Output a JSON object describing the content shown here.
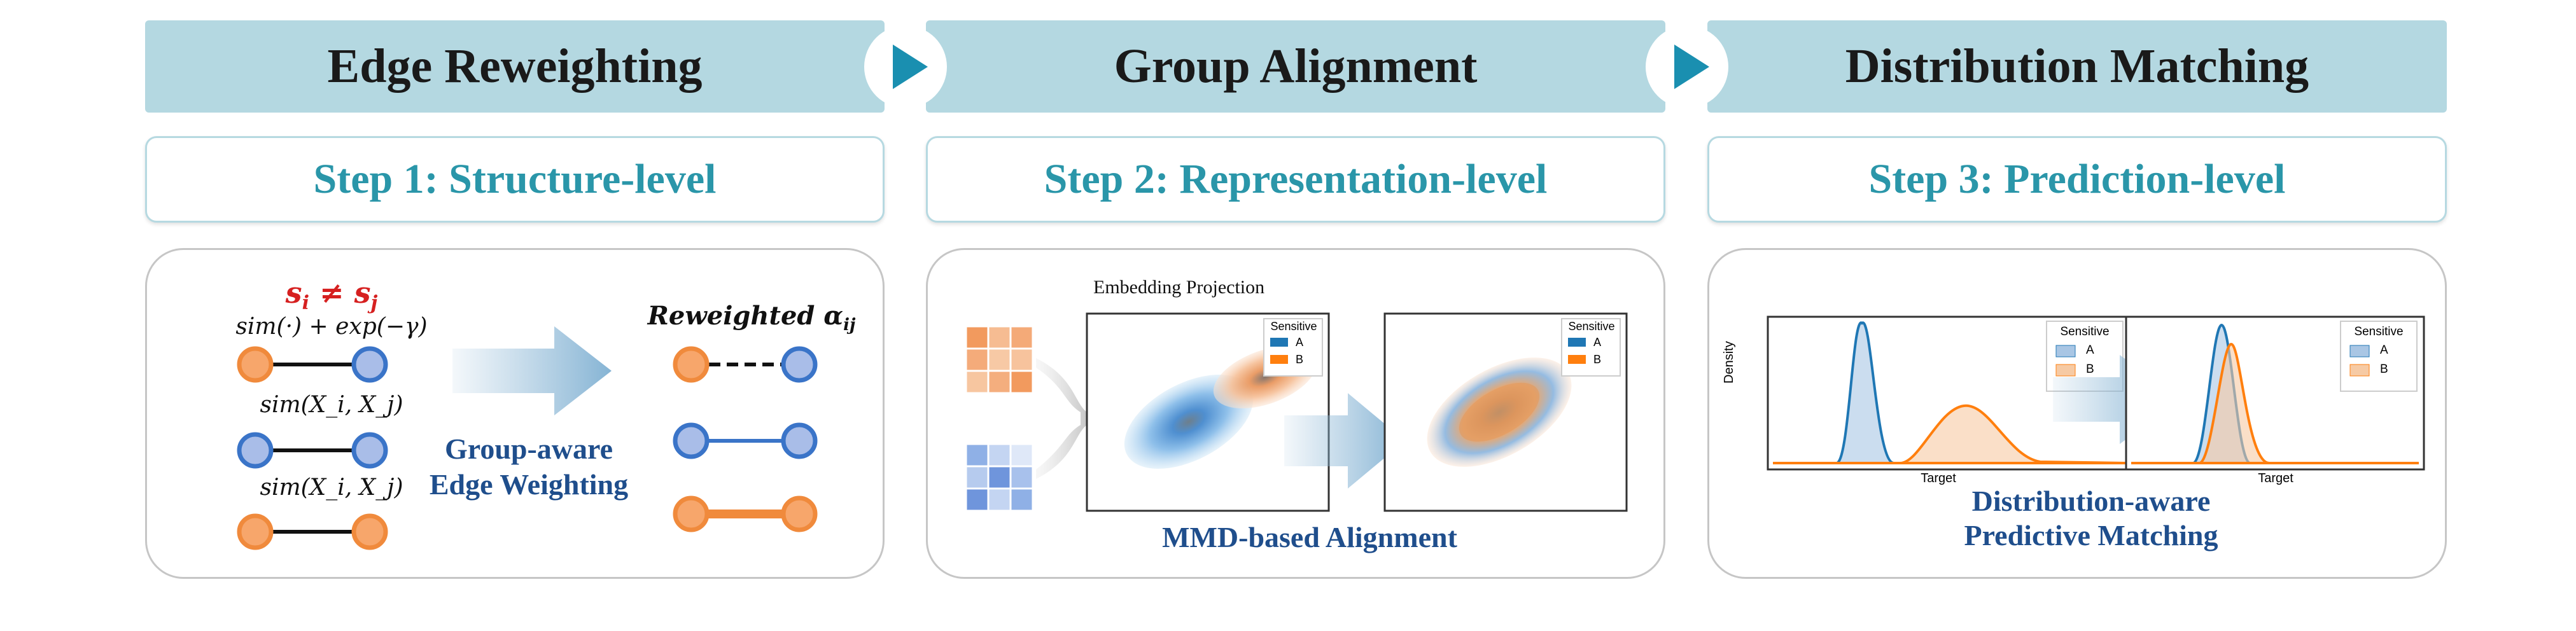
{
  "stages": [
    {
      "header": "Edge Reweighting",
      "step": "Step 1: Structure-level"
    },
    {
      "header": "Group Alignment",
      "step": "Step 2: Representation-level"
    },
    {
      "header": "Distribution Matching",
      "step": "Step 3: Prediction-level"
    }
  ],
  "panel1": {
    "condition": "s",
    "cond_sub_i": "i",
    "cond_neq": " ≠ ",
    "cond_sub_j": "j",
    "formula1": "sim(·) + exp(−γ)",
    "formula2": "sim(X_i, X_j)",
    "formula3": "sim(X_i, X_j)",
    "reweighted": "Reweighted α",
    "reweighted_sub": "ij",
    "caption_line1": "Group-aware",
    "caption_line2": "Edge Weighting"
  },
  "panel2": {
    "title": "Embedding Projection",
    "legend_title": "Sensitive",
    "legend_a": "A",
    "legend_b": "B",
    "caption": "MMD-based Alignment"
  },
  "panel3": {
    "ylabel": "Density",
    "xlabel": "Target",
    "legend_title": "Sensitive",
    "legend_a": "A",
    "legend_b": "B",
    "caption_line1": "Distribution-aware",
    "caption_line2": "Predictive Matching"
  },
  "colors": {
    "header_bg": "#b4d8e1",
    "step_text": "#2a96a9",
    "arrow": "#1a8fb0",
    "group_a": "#3a74c8",
    "group_b": "#f08a3c",
    "condition": "#d62020",
    "caption": "#1f4e8c"
  }
}
